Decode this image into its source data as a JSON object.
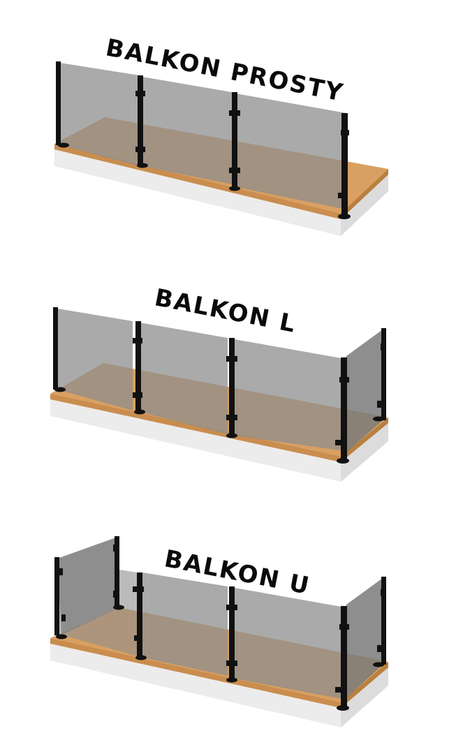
{
  "colors": {
    "background": "#ffffff",
    "text": "#0a0a0a",
    "glass": "#9a9a9a",
    "glass_dark": "#7f7f7f",
    "post": "#111111",
    "deck_top": "#d9a062",
    "deck_inner": "#8a6a45",
    "deck_edge": "#c98d4f",
    "base": "#e9e9e9",
    "base_shadow": "#d2d2d2"
  },
  "scenes": [
    {
      "id": "prosty",
      "label": "BALKON PROSTY",
      "type": "straight"
    },
    {
      "id": "l",
      "label": "BALKON L",
      "type": "l-shape"
    },
    {
      "id": "u",
      "label": "BALKON U",
      "type": "u-shape"
    }
  ]
}
